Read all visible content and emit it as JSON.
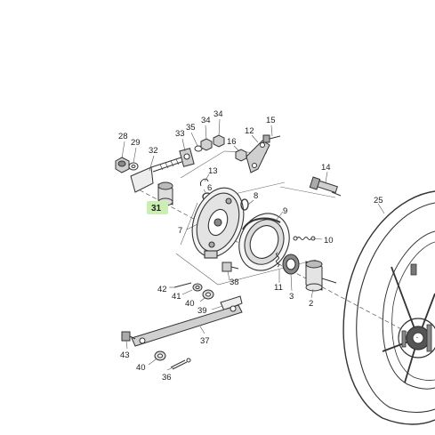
{
  "diagram": {
    "labels": [
      {
        "id": "p28",
        "text": "28"
      },
      {
        "id": "p29",
        "text": "29"
      },
      {
        "id": "p32",
        "text": "32"
      },
      {
        "id": "p33",
        "text": "33"
      },
      {
        "id": "p35",
        "text": "35"
      },
      {
        "id": "p34a",
        "text": "34"
      },
      {
        "id": "p34b",
        "text": "34"
      },
      {
        "id": "p16",
        "text": "16"
      },
      {
        "id": "p12",
        "text": "12"
      },
      {
        "id": "p15",
        "text": "15"
      },
      {
        "id": "p13",
        "text": "13"
      },
      {
        "id": "p6",
        "text": "6"
      },
      {
        "id": "p14",
        "text": "14"
      },
      {
        "id": "p31",
        "text": "31"
      },
      {
        "id": "p8",
        "text": "8"
      },
      {
        "id": "p9",
        "text": "9"
      },
      {
        "id": "p25",
        "text": "25"
      },
      {
        "id": "p7",
        "text": "7"
      },
      {
        "id": "p10",
        "text": "10"
      },
      {
        "id": "p38",
        "text": "38"
      },
      {
        "id": "p42",
        "text": "42"
      },
      {
        "id": "p41",
        "text": "41"
      },
      {
        "id": "p11",
        "text": "11"
      },
      {
        "id": "p3",
        "text": "3"
      },
      {
        "id": "p40a",
        "text": "40"
      },
      {
        "id": "p39",
        "text": "39"
      },
      {
        "id": "p2",
        "text": "2"
      },
      {
        "id": "p37",
        "text": "37"
      },
      {
        "id": "p43",
        "text": "43"
      },
      {
        "id": "p40b",
        "text": "40"
      },
      {
        "id": "p36",
        "text": "36"
      }
    ],
    "highlight": {
      "part": "31",
      "color": "#c9f0b0"
    }
  }
}
